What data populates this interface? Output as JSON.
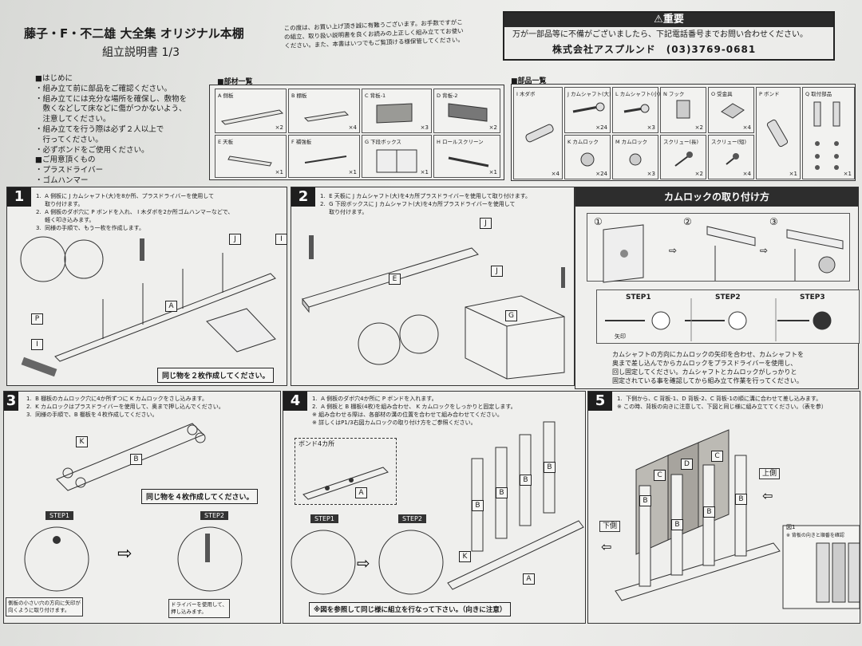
{
  "header": {
    "title": "藤子・F・不二雄 大全集 オリジナル本棚",
    "subtitle": "組立説明書 1/3",
    "notice": "この度は、お買い上げ頂き誠に有難うございます。お手数ですがこの組立、取り扱い説明書を良くお読みの上正しく組み立ててお使いください。また、本書はいつでもご覧頂ける様保管してください。"
  },
  "warning": {
    "heading": "⚠重要",
    "line1": "万が一部品等に不備がございましたら、下記電話番号までお問い合わせください。",
    "company": "株式会社アスプルンド　(03)3769-0681"
  },
  "intro": {
    "text": "■はじめに\n・組み立て前に部品をご確認ください。\n・組み立てには充分な場所を確保し、敷物を\n　敷くなどして床などに傷がつかないよう、\n　注意してください。\n・組み立てを行う際は必ず２人以上で\n　行ってください。\n・必ずボンドをご使用ください。\n■ご用意頂くもの\n・プラスドライバー\n・ゴムハンマー"
  },
  "parts_list": {
    "title": "■部材一覧",
    "items": [
      {
        "label": "A 側板",
        "qty": "×2"
      },
      {
        "label": "B 棚板",
        "qty": "×4"
      },
      {
        "label": "C 背板-1",
        "qty": "×3"
      },
      {
        "label": "D 背板-2",
        "qty": "×2"
      },
      {
        "label": "E 天板",
        "qty": "×1"
      },
      {
        "label": "F 補強板",
        "qty": "×1"
      },
      {
        "label": "G 下段ボックス",
        "qty": "×1"
      },
      {
        "label": "H ロールスクリーン",
        "qty": "×1"
      }
    ]
  },
  "hardware_list": {
    "title": "■部品一覧",
    "items": [
      {
        "label": "I 木ダボ",
        "qty": "×4"
      },
      {
        "label": "J カムシャフト(大)",
        "qty": "×24"
      },
      {
        "label": "L カムシャフト(小)",
        "qty": "×3"
      },
      {
        "label": "N フック",
        "qty": "×2"
      },
      {
        "label": "O 受金具",
        "qty": "×4"
      },
      {
        "label": "P ボンド",
        "qty": "×1"
      },
      {
        "label": "Q 取付部品",
        "qty": "×1"
      },
      {
        "label": "K カムロック",
        "qty": "×24"
      },
      {
        "label": "M カムロック",
        "qty": "×3"
      },
      {
        "label": "スクリュー(長)",
        "qty": "×2"
      },
      {
        "label": "スクリュー(短)",
        "qty": "×4"
      }
    ]
  },
  "steps": [
    {
      "num": "1",
      "text": "1.  A 側板に J カムシャフト(大)を8か所、プラスドライバーを使用して\n     取り付けます。\n2.  A 側板のダボ穴に P ボンドを入れ、 I 木ダボを2か所ゴムハンマーなどで、\n     軽く叩き込みます。\n3.  同様の手順で、もう一枚を作成します。",
      "caption": "同じ物を２枚作成してください。"
    },
    {
      "num": "2",
      "text": "1.  E 天板に J カムシャフト(大)を4カ所プラスドライバーを使用して取り付けます。\n2.  G 下段ボックスに J カムシャフト(大)を4カ所プラスドライバーを使用して\n     取り付けます。"
    },
    {
      "num": "3",
      "text": "1.  B 棚板のカムロック穴に4か所ずつに K カムロックをさし込みます。\n2.  K カムロックはプラスドライバーを使用して、奥まで押し込んでください。\n3.  同様の手順で、B 棚板を４枚作成してください。",
      "caption": "同じ物を４枚作成してください。",
      "step1": "STEP1",
      "step2": "STEP2",
      "note1": "側板の小さい穴の方向に矢印が\n向くように取り付けます。",
      "note2": "ドライバーを使用して、\n押し込みます。"
    },
    {
      "num": "4",
      "text": "1.  A 側板のダボ穴4か所に P ボンドを入れます。\n2.  A 側板と B 棚板(4枚)を組み合わせ、 K カムロックをしっかりと固定します。\n※ 組み合わせる際は、各部材の溝の位置を合わせて組み合わせてください。\n※ 詳しくはP1/3右図カムロックの取り付け方をご参照ください。",
      "bond": "ボンド4カ所",
      "step1": "STEP1",
      "step2": "STEP2",
      "caption": "※図を参照して同じ様に組立を行なって下さい。（向きに注意）"
    },
    {
      "num": "5",
      "text": "1.  下側から、C 背板-1、D 背板-2、C 背板-1の順に溝に合わせて差し込みます。\n※ この時、背板の向きに注意して、下図と同じ様に組み立ててください。（表を参）",
      "up": "上側",
      "down": "下側",
      "fig": "図1",
      "fig_note": "※ 背板の向きと順番を確認"
    }
  ],
  "camlock": {
    "title": "カムロックの取り付け方",
    "circles": [
      "①",
      "②",
      "③"
    ],
    "steps": [
      "STEP1",
      "STEP2",
      "STEP3"
    ],
    "arrow_label": "矢印",
    "text": "カムシャフトの方向にカムロックの矢印を合わせ、カムシャフトを\n奥まで差し込んでからカムロックをプラスドライバーを使用し、\n回し固定してください。カムシャフトとカムロックがしっかりと\n固定されている事を確認してから組み立て作業を行ってください。"
  },
  "letters": {
    "A": "A",
    "B": "B",
    "C": "C",
    "D": "D",
    "E": "E",
    "G": "G",
    "I": "I",
    "J": "J",
    "K": "K",
    "P": "P"
  }
}
